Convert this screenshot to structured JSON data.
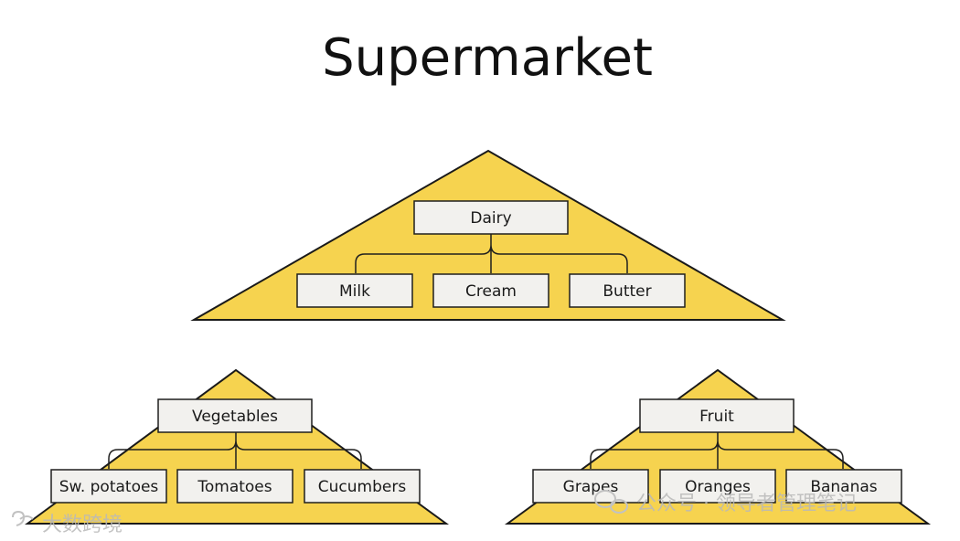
{
  "title": "Supermarket",
  "colors": {
    "pyramid_fill": "#f6d34f",
    "node_fill": "#f2f1ee",
    "outline": "#1a1a1a"
  },
  "groups": {
    "dairy": {
      "parent": "Dairy",
      "children": [
        "Milk",
        "Cream",
        "Butter"
      ]
    },
    "vegetables": {
      "parent": "Vegetables",
      "children": [
        "Sw. potatoes",
        "Tomatoes",
        "Cucumbers"
      ]
    },
    "fruit": {
      "parent": "Fruit",
      "children": [
        "Grapes",
        "Oranges",
        "Bananas"
      ]
    }
  },
  "watermarks": {
    "left": "大数跨境",
    "right": "公众号 · 领导者管理笔记"
  }
}
